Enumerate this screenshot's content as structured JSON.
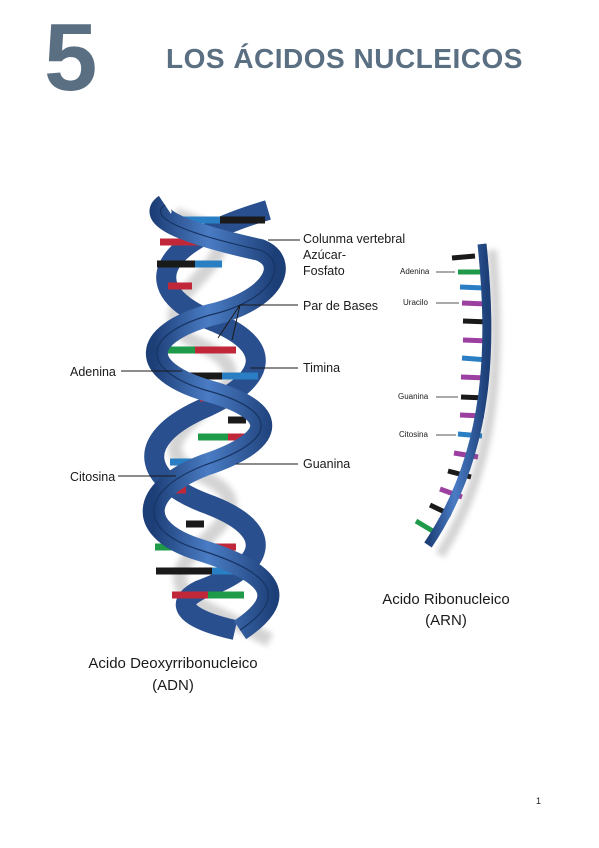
{
  "chapter": {
    "number": "5",
    "title": "LOS ÁCIDOS NUCLEICOS"
  },
  "dna": {
    "labels": {
      "backbone_line1": "Colunma vertebral",
      "backbone_line2": "Azúcar-",
      "backbone_line3": "Fosfato",
      "base_pair": "Par de Bases",
      "adenine": "Adenina",
      "thymine": "Timina",
      "cytosine": "Citosina",
      "guanine": "Guanina"
    },
    "caption_line1": "Acido Deoxyrribonucleico",
    "caption_line2": "(ADN)"
  },
  "rna": {
    "labels": {
      "adenine": "Adenina",
      "uracil": "Uracilo",
      "guanine": "Guanina",
      "cytosine": "Citosina"
    },
    "caption_line1": "Acido Ribonucleico",
    "caption_line2": "(ARN)"
  },
  "colors": {
    "backbone": "#2f5fa8",
    "backbone_dark": "#1d3f78",
    "adenine": "#1a1a1a",
    "thymine_or_blue": "#2a7fc4",
    "guanine": "#1f9a4a",
    "cytosine": "#c0283a",
    "uracil": "#9b3fa0",
    "title": "#5a6f82"
  },
  "page_number": "1"
}
